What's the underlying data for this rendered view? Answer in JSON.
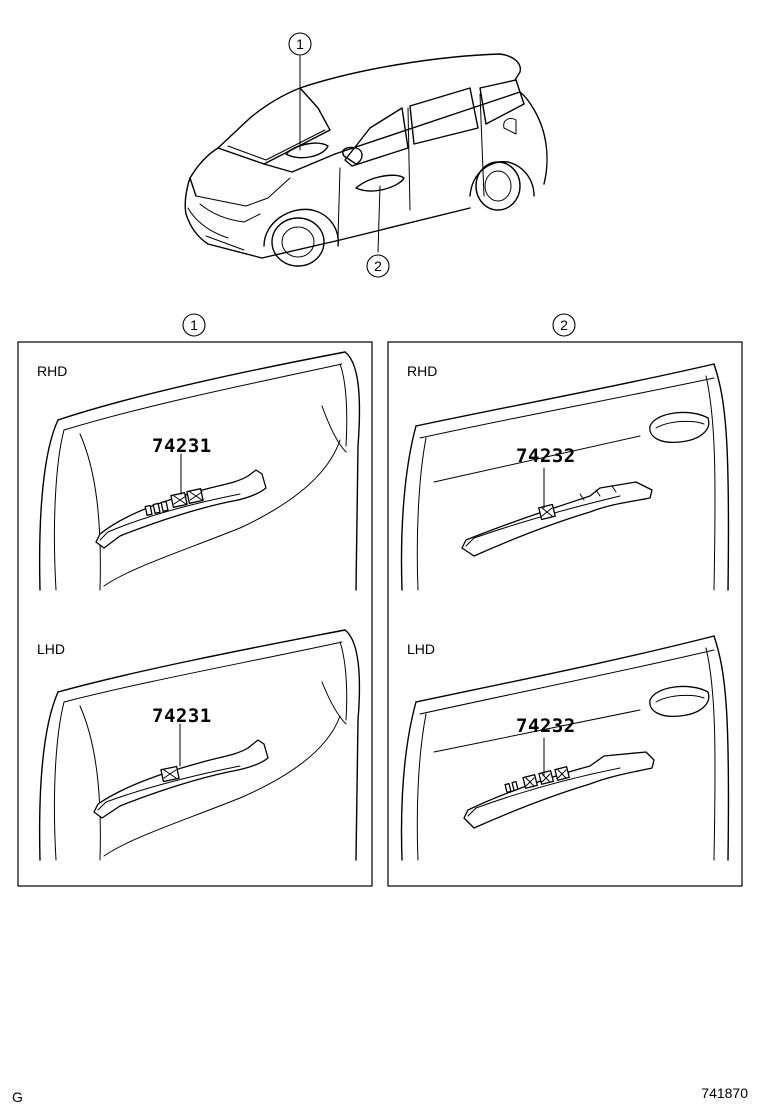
{
  "overview": {
    "callout_1": "1",
    "callout_2": "2"
  },
  "panels": [
    {
      "callout": "1",
      "rhd": {
        "label": "RHD",
        "part_number": "74231"
      },
      "lhd": {
        "label": "LHD",
        "part_number": "74231"
      }
    },
    {
      "callout": "2",
      "rhd": {
        "label": "RHD",
        "part_number": "74232"
      },
      "lhd": {
        "label": "LHD",
        "part_number": "74232"
      }
    }
  ],
  "footer": {
    "left_code": "G",
    "figure_number": "741870"
  }
}
